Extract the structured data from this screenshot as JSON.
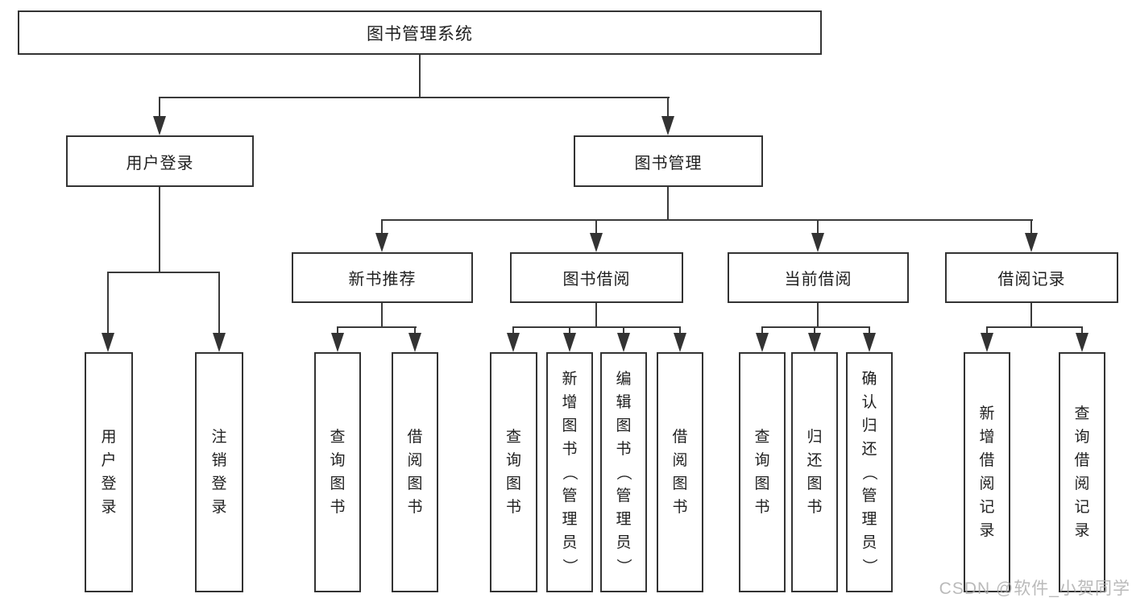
{
  "nodes": {
    "root": {
      "label": "图书管理系统"
    },
    "level2": [
      {
        "label": "用户登录"
      },
      {
        "label": "图书管理"
      }
    ],
    "level3": [
      {
        "label": "新书推荐"
      },
      {
        "label": "图书借阅"
      },
      {
        "label": "当前借阅"
      },
      {
        "label": "借阅记录"
      }
    ],
    "leaves_user_login": [
      {
        "label": "用户登录"
      },
      {
        "label": "注销登录"
      }
    ],
    "leaves_new_book": [
      {
        "label": "查询图书"
      },
      {
        "label": "借阅图书"
      }
    ],
    "leaves_book_borrow": [
      {
        "label": "查询图书"
      },
      {
        "label": "新增图书（管理员）"
      },
      {
        "label": "编辑图书（管理员）"
      },
      {
        "label": "借阅图书"
      }
    ],
    "leaves_current_borrow": [
      {
        "label": "查询图书"
      },
      {
        "label": "归还图书"
      },
      {
        "label": "确认归还（管理员）"
      }
    ],
    "leaves_borrow_records": [
      {
        "label": "新增借阅记录"
      },
      {
        "label": "查询借阅记录"
      }
    ]
  },
  "watermark": "CSDN @软件_小贺同学",
  "colors": {
    "line": "#3a3a3a",
    "border": "#333333",
    "text": "#1f1f1f",
    "watermark": "#a9a9a9",
    "background": "#ffffff"
  }
}
